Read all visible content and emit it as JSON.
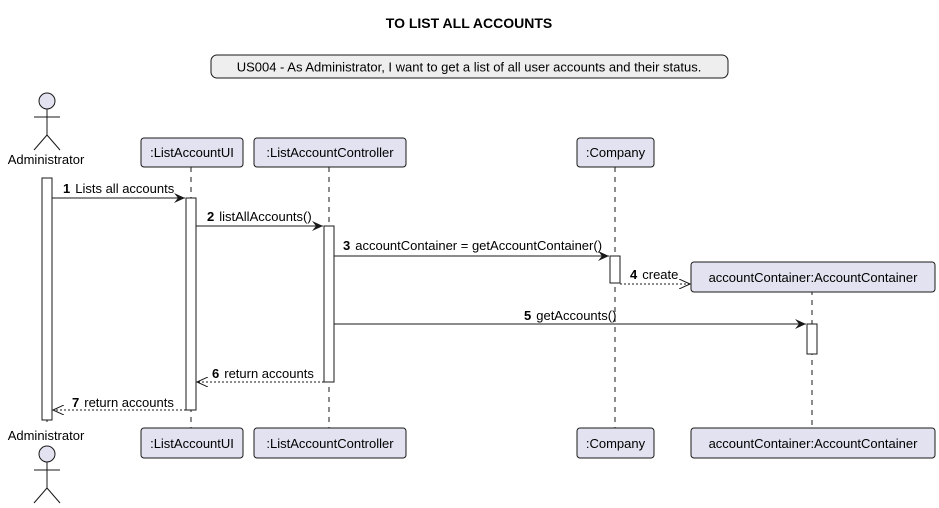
{
  "diagram": {
    "title": "TO LIST ALL ACCOUNTS",
    "note": "US004 - As Administrator, I want to get a list of all user accounts and their status.",
    "colors": {
      "participant_fill": "#e2e2f0",
      "participant_stroke": "#181818",
      "note_fill": "#eeeeee",
      "lifeline_stroke": "#181818",
      "activation_fill": "#ffffff"
    },
    "participants": [
      {
        "id": "admin",
        "label": "Administrator",
        "kind": "actor"
      },
      {
        "id": "ui",
        "label": ":ListAccountUI",
        "kind": "participant"
      },
      {
        "id": "ctrl",
        "label": ":ListAccountController",
        "kind": "participant"
      },
      {
        "id": "company",
        "label": ":Company",
        "kind": "participant"
      },
      {
        "id": "container",
        "label": "accountContainer:AccountContainer",
        "kind": "participant"
      }
    ],
    "messages": [
      {
        "num": "1",
        "text": "Lists all accounts",
        "from": "admin",
        "to": "ui",
        "style": "sync"
      },
      {
        "num": "2",
        "text": "listAllAccounts()",
        "from": "ui",
        "to": "ctrl",
        "style": "sync"
      },
      {
        "num": "3",
        "text": "accountContainer = getAccountContainer()",
        "from": "ctrl",
        "to": "company",
        "style": "sync"
      },
      {
        "num": "4",
        "text": "create",
        "from": "company",
        "to": "container",
        "style": "create"
      },
      {
        "num": "5",
        "text": "getAccounts()",
        "from": "ctrl",
        "to": "container",
        "style": "sync"
      },
      {
        "num": "6",
        "text": "return accounts",
        "from": "ctrl",
        "to": "ui",
        "style": "return"
      },
      {
        "num": "7",
        "text": "return accounts",
        "from": "ui",
        "to": "admin",
        "style": "return"
      }
    ]
  }
}
